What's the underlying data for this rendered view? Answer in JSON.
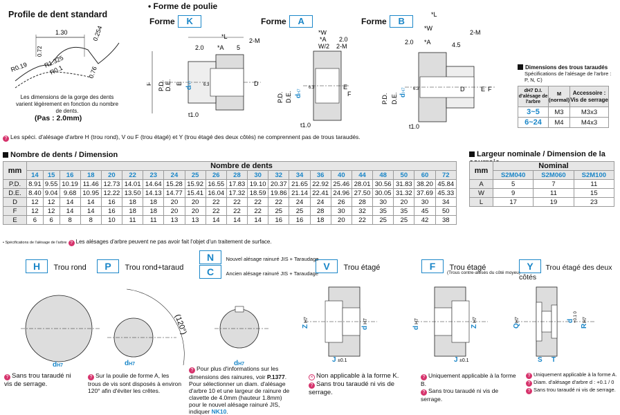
{
  "profile": {
    "title": "Profile de dent standard",
    "dims": [
      "1.30",
      "0.254",
      "R0.19",
      "0.72",
      "0.76",
      "R1.325",
      "R0.1"
    ],
    "note": "Les dimensions de la gorge des dents varient légèrement en fonction du nombre de dents.",
    "pitch": "(Pas : 2.0mm)"
  },
  "shape": {
    "title": "• Forme de poulie",
    "forme_label": "Forme",
    "k": "K",
    "a": "A",
    "b": "B",
    "k_dims": [
      "*L",
      "2.0",
      "*A",
      "5",
      "2-M",
      "F",
      "P.D.",
      "D.E.",
      "E",
      "d",
      "H7",
      "6.3",
      "D",
      "t1.0"
    ],
    "a_dims": [
      "*W",
      "*A",
      "2.0",
      "W/2",
      "2-M",
      "P.D.",
      "D.E.",
      "d",
      "H7",
      "6.3",
      "E",
      "F",
      "t1.0"
    ],
    "b_dims": [
      "*L",
      "*W",
      "2.0",
      "*A",
      "4.5",
      "2-M",
      "P.D.",
      "D.E.",
      "d",
      "H7",
      "6.3",
      "D",
      "E",
      "F",
      "t1.0"
    ]
  },
  "tapped": {
    "title": "Dimensions des trous taraudés",
    "subtitle": "Spécifications de l'alésage de l'arbre : P, N, C)",
    "col1": "dH7 D.I. d'alésage de l'arbre",
    "col2": "M (normal)",
    "col3": "Accessoire : Vis de serrage",
    "rows": [
      {
        "range": "3~5",
        "m": "M3",
        "screw": "M3x3"
      },
      {
        "range": "6~24",
        "m": "M4",
        "screw": "M4x3"
      }
    ]
  },
  "remark1": "Les spéci. d'alésage d'arbre H (trou rond), V ou F (trou étagé) et Y (trou étagé des deux côtés) ne comprennent pas de trous taraudés.",
  "teeth_table": {
    "title": "Nombre de dents / Dimension",
    "unit": "mm",
    "header": "Nombre de dents",
    "cols": [
      "14",
      "15",
      "16",
      "18",
      "20",
      "22",
      "23",
      "24",
      "25",
      "26",
      "28",
      "30",
      "32",
      "34",
      "36",
      "40",
      "44",
      "48",
      "50",
      "60",
      "72"
    ],
    "rows": [
      {
        "label": "P.D.",
        "values": [
          "8.91",
          "9.55",
          "10.19",
          "11.46",
          "12.73",
          "14.01",
          "14.64",
          "15.28",
          "15.92",
          "16.55",
          "17.83",
          "19.10",
          "20.37",
          "21.65",
          "22.92",
          "25.46",
          "28.01",
          "30.56",
          "31.83",
          "38.20",
          "45.84"
        ]
      },
      {
        "label": "D.E.",
        "values": [
          "8.40",
          "9.04",
          "9.68",
          "10.95",
          "12.22",
          "13.50",
          "14.13",
          "14.77",
          "15.41",
          "16.04",
          "17.32",
          "18.59",
          "19.86",
          "21.14",
          "22.41",
          "24.96",
          "27.50",
          "30.05",
          "31.32",
          "37.69",
          "45.33"
        ]
      },
      {
        "label": "D",
        "values": [
          "12",
          "12",
          "14",
          "14",
          "16",
          "18",
          "18",
          "20",
          "20",
          "22",
          "22",
          "22",
          "22",
          "24",
          "24",
          "26",
          "28",
          "30",
          "20",
          "30",
          "34"
        ]
      },
      {
        "label": "F",
        "values": [
          "12",
          "12",
          "14",
          "14",
          "16",
          "18",
          "18",
          "20",
          "20",
          "22",
          "22",
          "22",
          "25",
          "25",
          "28",
          "30",
          "32",
          "35",
          "35",
          "45",
          "50"
        ]
      },
      {
        "label": "E",
        "values": [
          "6",
          "6",
          "8",
          "8",
          "10",
          "11",
          "11",
          "13",
          "13",
          "14",
          "14",
          "14",
          "16",
          "16",
          "18",
          "20",
          "22",
          "25",
          "25",
          "42",
          "38"
        ]
      }
    ],
    "footnote1": "• Spécifications de l'alésage de l'arbre",
    "footnote2": "Les alésages d'arbre peuvent ne pas avoir fait l'objet d'un traitement de surface."
  },
  "belt_table": {
    "title": "Largeur nominale / Dimension de la courroie",
    "unit": "mm",
    "header": "Nominal",
    "cols": [
      "S2M040",
      "S2M060",
      "S2M100"
    ],
    "rows": [
      {
        "label": "A",
        "values": [
          "5",
          "7",
          "11"
        ]
      },
      {
        "label": "W",
        "values": [
          "9",
          "11",
          "15"
        ]
      },
      {
        "label": "L",
        "values": [
          "17",
          "19",
          "23"
        ]
      }
    ]
  },
  "bores": {
    "h": {
      "code": "H",
      "name": "Trou rond",
      "note": "Sans trou taraudé ni vis de serrage.",
      "dim": "d",
      "sub": "H7"
    },
    "p": {
      "code": "P",
      "name": "Trou rond+taraud",
      "note": "Sur la poulie de forme A, les trous de vis sont disposés à environ 120° afin d'éviter les crêtes.",
      "angle": "(120°)",
      "dim": "d",
      "sub": "H7"
    },
    "n": {
      "code": "N",
      "name": "Nouvel alésage rainuré JIS + Taraudage"
    },
    "c": {
      "code": "C",
      "name": "Ancien alésage rainuré JIS + Taraudage",
      "note_pre": "Pour plus d'informations sur les dimensions des rainures, voir ",
      "ref": "P.1377",
      "note_mid": ". Pour sélectionner un diam. d'alésage d'arbre 10 et une largeur de rainure de clavette de 4.0mm (hauteur 1.8mm) pour le nouvel alésage rainuré JIS, indiquer ",
      "code_ref": "NK10",
      "note_end": ".",
      "dim": "d",
      "sub": "H7"
    },
    "v": {
      "code": "V",
      "name": "Trou étagé",
      "note1": "Non applicable à la forme K.",
      "note2": "Sans trou taraudé ni vis de serrage.",
      "z": "Z",
      "h7": "H7",
      "d": "d",
      "dsub": "H7",
      "j": "J",
      "jtol": "±0.1"
    },
    "f": {
      "code": "F",
      "name": "Trou étagé",
      "sub": "(Trous contre-alésés du côté moyeu)",
      "note1": "Uniquement applicable à la forme B.",
      "note2": "Sans trou taraudé ni vis de serrage.",
      "d": "d",
      "dsub": "H7",
      "z": "Z",
      "h7": "H7",
      "j": "J",
      "jtol": "±0.1"
    },
    "y": {
      "code": "Y",
      "name": "Trou étagé des deux côtés",
      "note1": "Uniquement applicable à la forme A.",
      "note2": "Diam. d'alésage d'arbre d : +0.1 / 0",
      "note3": "Sans trou taraudé ni vis de serrage.",
      "q": "Q",
      "h7": "H7",
      "d": "d",
      "dtol": "+0.1 0",
      "r": "R",
      "s": "S",
      "t": "T"
    }
  },
  "colors": {
    "accent": "#1a86c8",
    "mark": "#d6336c",
    "header": "#e6e6e6"
  }
}
